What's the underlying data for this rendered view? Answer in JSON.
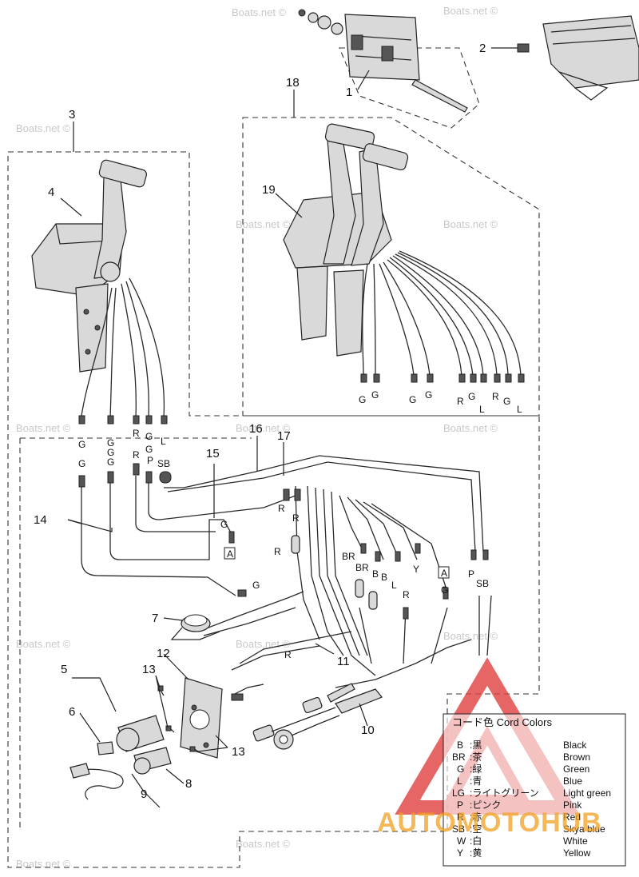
{
  "watermark": "Boats.net ©",
  "brand_logo_text": "AUTOMOTOHUB",
  "callouts": [
    {
      "key": "n1",
      "text": "1"
    },
    {
      "key": "n2",
      "text": "2"
    },
    {
      "key": "n3",
      "text": "3"
    },
    {
      "key": "n4",
      "text": "4"
    },
    {
      "key": "n5",
      "text": "5"
    },
    {
      "key": "n6",
      "text": "6"
    },
    {
      "key": "n7",
      "text": "7"
    },
    {
      "key": "n8",
      "text": "8"
    },
    {
      "key": "n9",
      "text": "9"
    },
    {
      "key": "n10",
      "text": "10"
    },
    {
      "key": "n11",
      "text": "11"
    },
    {
      "key": "n12",
      "text": "12"
    },
    {
      "key": "n13a",
      "text": "13"
    },
    {
      "key": "n13b",
      "text": "13"
    },
    {
      "key": "n14",
      "text": "14"
    },
    {
      "key": "n15",
      "text": "15"
    },
    {
      "key": "n16",
      "text": "16"
    },
    {
      "key": "n17",
      "text": "17"
    },
    {
      "key": "n18",
      "text": "18"
    },
    {
      "key": "n19",
      "text": "19"
    }
  ],
  "wire_labels": {
    "single_lever": [
      "G",
      "G",
      "R",
      "G",
      "L"
    ],
    "dual_lever": [
      "G",
      "G",
      "G",
      "G",
      "R",
      "G",
      "L",
      "R",
      "G",
      "L"
    ],
    "harness_top": [
      "G",
      "G",
      "G",
      "G",
      "R",
      "P",
      "SB"
    ],
    "harness_mid": [
      "G",
      "R",
      "R",
      "G",
      "R",
      "BR",
      "BR",
      "B",
      "B",
      "L",
      "R",
      "Y",
      "G",
      "P",
      "SB",
      "R"
    ],
    "ref_mark": "A"
  },
  "legend": {
    "title": "コード色 Cord Colors",
    "entries": [
      {
        "code": "B",
        "jp": ":黒",
        "en": "Black"
      },
      {
        "code": "BR",
        "jp": ":茶",
        "en": "Brown"
      },
      {
        "code": "G",
        "jp": ":緑",
        "en": "Green"
      },
      {
        "code": "L",
        "jp": ":青",
        "en": "Blue"
      },
      {
        "code": "LG",
        "jp": ":ライトグリーン",
        "en": "Light green"
      },
      {
        "code": "P",
        "jp": ":ピンク",
        "en": "Pink"
      },
      {
        "code": "R",
        "jp": ":赤",
        "en": "Red"
      },
      {
        "code": "SB",
        "jp": ":空",
        "en": "Skya blue"
      },
      {
        "code": "W",
        "jp": ":白",
        "en": "White"
      },
      {
        "code": "Y",
        "jp": ":黄",
        "en": "Yellow"
      }
    ]
  },
  "colors": {
    "ink": "#222222",
    "logo_red": "#e04040",
    "logo_orange": "#f0a020"
  }
}
